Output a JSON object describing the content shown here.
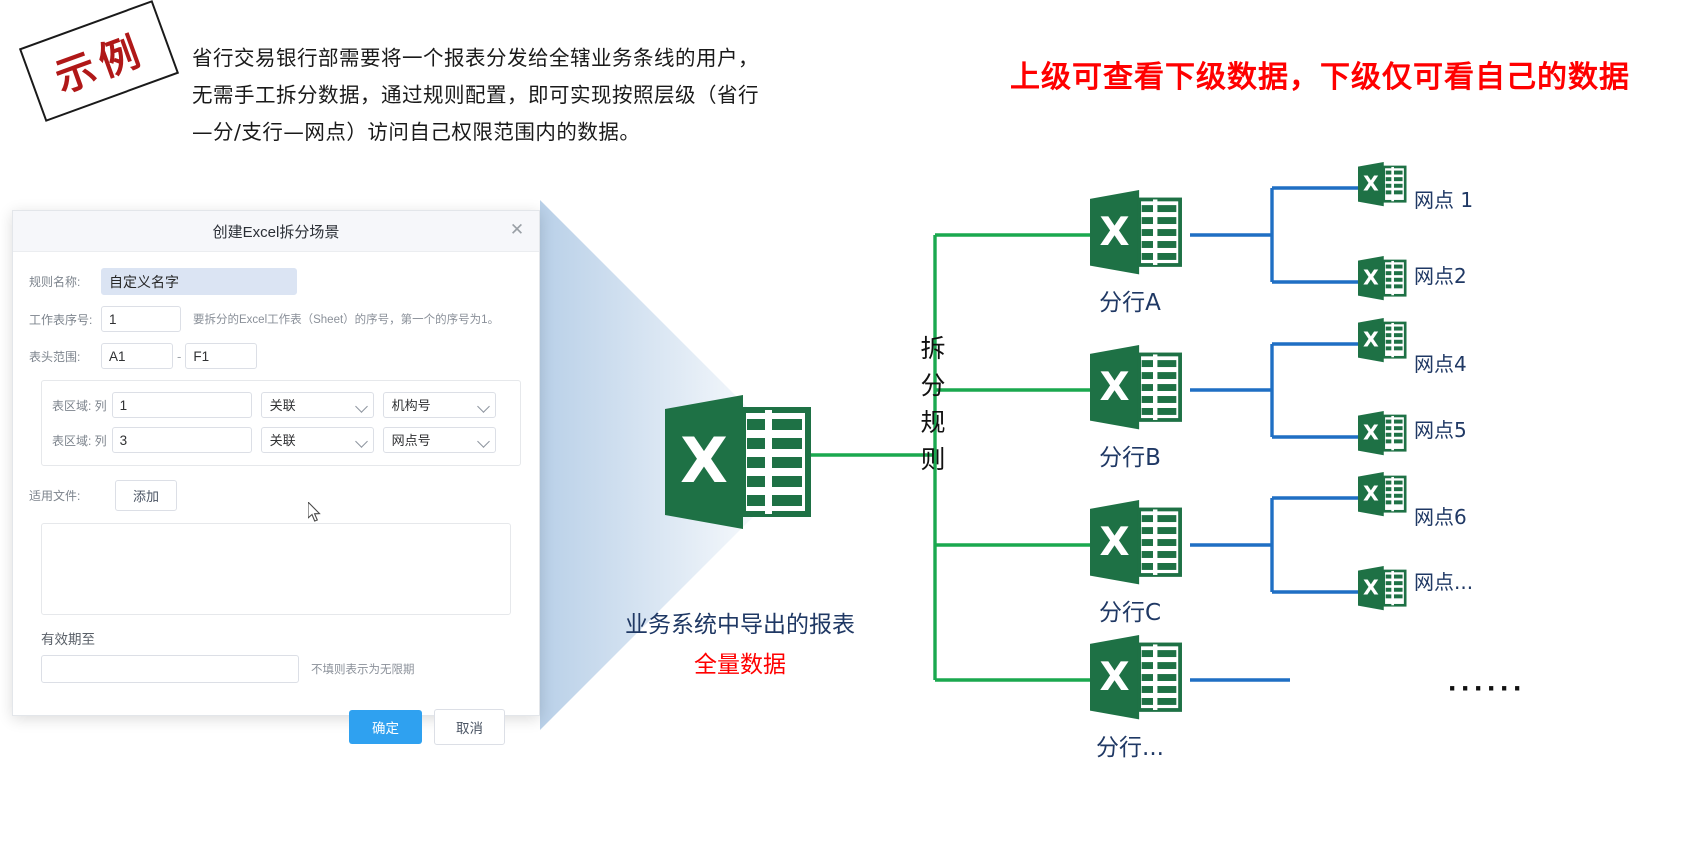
{
  "stamp": {
    "text": "示例"
  },
  "intro": {
    "paragraph": "省行交易银行部需要将一个报表分发给全辖业务条线的用户，无需手工拆分数据，通过规则配置，即可实现按照层级（省行—分/支行—网点）访问自己权限范围内的数据。"
  },
  "headline": {
    "text": "上级可查看下级数据，下级仅可看自己的数据",
    "color": "#ff0000"
  },
  "dialog": {
    "title": "创建Excel拆分场景",
    "close_icon": "close-icon",
    "fields": {
      "rule_name_label": "规则名称:",
      "rule_name_value": "自定义名字",
      "sheet_index_label": "工作表序号:",
      "sheet_index_value": "1",
      "sheet_index_hint": "要拆分的Excel工作表（Sheet）的序号，第一个的序号为1。",
      "header_range_label": "表头范围:",
      "header_range_start": "A1",
      "header_range_sep": "-",
      "header_range_end": "F1",
      "apply_file_label": "适用文件:",
      "apply_file_button": "添加",
      "file_list_value": "",
      "valid_until_label": "有效期至",
      "valid_until_value": "",
      "valid_until_hint": "不填则表示为无限期"
    },
    "rules": [
      {
        "label": "表区域: 列",
        "column": "1",
        "relation": "关联",
        "field": "机构号"
      },
      {
        "label": "表区域: 列",
        "column": "3",
        "relation": "关联",
        "field": "网点号"
      }
    ],
    "buttons": {
      "confirm": "确定",
      "cancel": "取消"
    },
    "accent": "#2fa1f0"
  },
  "diagram": {
    "source": {
      "icon": "excel-icon",
      "label": "业务系统中导出的报表",
      "sublabel": "全量数据",
      "label_color": "#1f3864",
      "sublabel_color": "#ff0000"
    },
    "rule_text": "拆分规则",
    "green": "#1aa84f",
    "blue": "#1f6fc4",
    "branches": [
      {
        "icon": "excel-icon",
        "label": "分行A",
        "nodes": [
          {
            "icon": "excel-icon",
            "label": "网点 1"
          },
          {
            "icon": "excel-icon",
            "label": "网点2"
          }
        ]
      },
      {
        "icon": "excel-icon",
        "label": "分行B",
        "nodes": [
          {
            "icon": "excel-icon",
            "label": "网点4"
          },
          {
            "icon": "excel-icon",
            "label": "网点5"
          }
        ]
      },
      {
        "icon": "excel-icon",
        "label": "分行C",
        "nodes": [
          {
            "icon": "excel-icon",
            "label": "网点6"
          },
          {
            "icon": "excel-icon",
            "label": "网点..."
          }
        ]
      },
      {
        "icon": "excel-icon",
        "label": "分行...",
        "nodes": []
      }
    ],
    "ellipsis": "······"
  }
}
